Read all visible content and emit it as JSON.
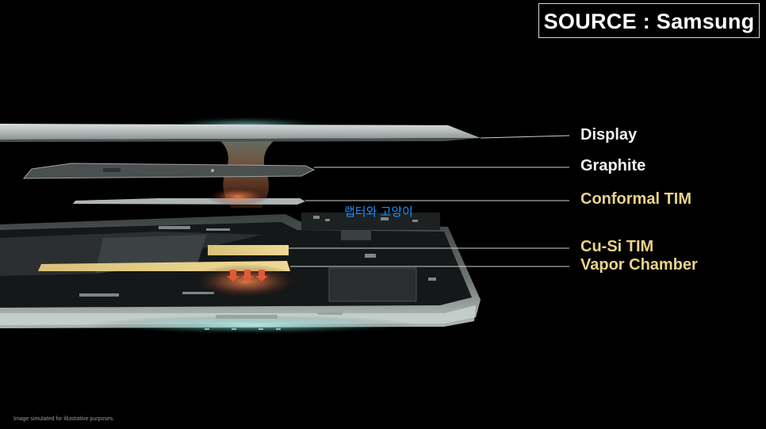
{
  "source_badge": "SOURCE : Samsung",
  "layers": [
    {
      "label": "Display",
      "color": "#f2f2f2"
    },
    {
      "label": "Graphite",
      "color": "#f2f2f2"
    },
    {
      "label": "Conformal TIM",
      "color": "#e9d28a"
    },
    {
      "label": "Cu-Si TIM",
      "color": "#e9d28a"
    },
    {
      "label": "Vapor Chamber",
      "color": "#e9d28a"
    }
  ],
  "watermark": "랩터와 고양이",
  "disclaimer": "Image simulated for illustrative purposes.",
  "colors": {
    "background": "#000000",
    "accent_gold": "#e9d28a",
    "watermark_blue": "#1e90ff",
    "heat_orange": "#e0663a",
    "cool_glow": "#7fe0d8"
  }
}
